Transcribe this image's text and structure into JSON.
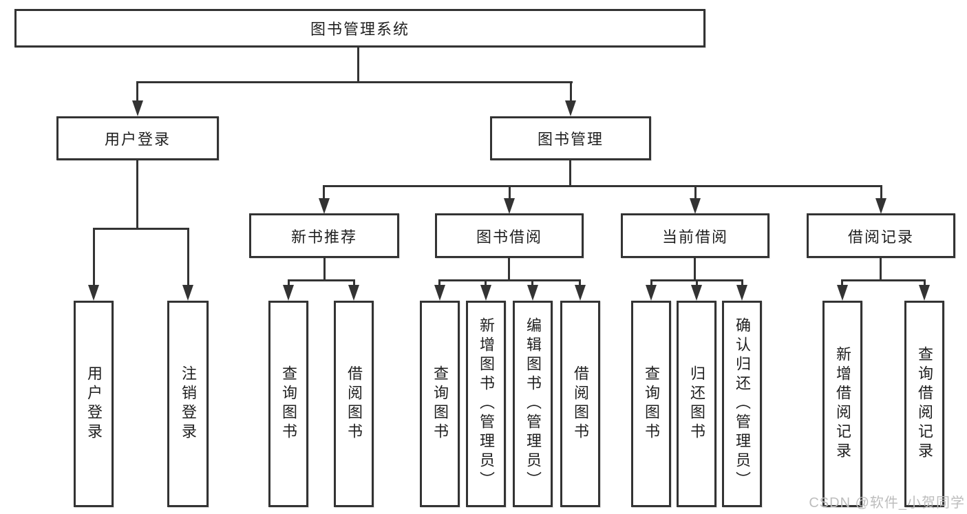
{
  "colors": {
    "background": "#ffffff",
    "line": "#333333",
    "box_border": "#333333",
    "text": "#1f1f1f",
    "watermark": "#bdbdbd"
  },
  "watermark": {
    "text": "CSDN @软件_小贺同学"
  },
  "nodes": {
    "root": {
      "label": "图书管理系统"
    },
    "user_login": {
      "label": "用户登录"
    },
    "book_mgmt": {
      "label": "图书管理"
    },
    "new_book": {
      "label": "新书推荐"
    },
    "book_borrow": {
      "label": "图书借阅"
    },
    "current_borrow": {
      "label": "当前借阅"
    },
    "borrow_records": {
      "label": "借阅记录"
    },
    "leaves": {
      "user_login": {
        "label": "用户登录"
      },
      "logout": {
        "label": "注销登录"
      },
      "nb_query": {
        "label": "查询图书"
      },
      "nb_borrow": {
        "label": "借阅图书"
      },
      "bw_query": {
        "label": "查询图书"
      },
      "bw_add": {
        "label": "新增图书（管理员）"
      },
      "bw_edit": {
        "label": "编辑图书（管理员）"
      },
      "bw_borrow": {
        "label": "借阅图书"
      },
      "cur_query": {
        "label": "查询图书"
      },
      "cur_return": {
        "label": "归还图书"
      },
      "cur_confirm": {
        "label": "确认归还（管理员）"
      },
      "rec_add": {
        "label": "新增借阅记录"
      },
      "rec_query": {
        "label": "查询借阅记录"
      }
    }
  }
}
